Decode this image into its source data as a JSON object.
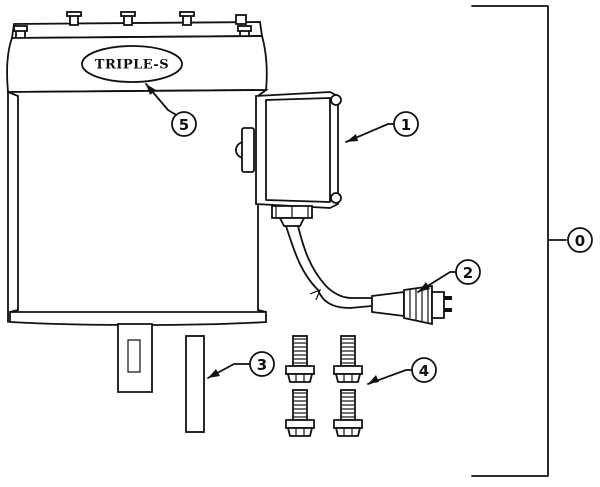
{
  "diagram": {
    "brand_badge": "TRIPLE-S",
    "callouts": [
      {
        "id": "0",
        "label": "0"
      },
      {
        "id": "1",
        "label": "1"
      },
      {
        "id": "2",
        "label": "2"
      },
      {
        "id": "3",
        "label": "3"
      },
      {
        "id": "4",
        "label": "4"
      },
      {
        "id": "5",
        "label": "5"
      }
    ]
  }
}
